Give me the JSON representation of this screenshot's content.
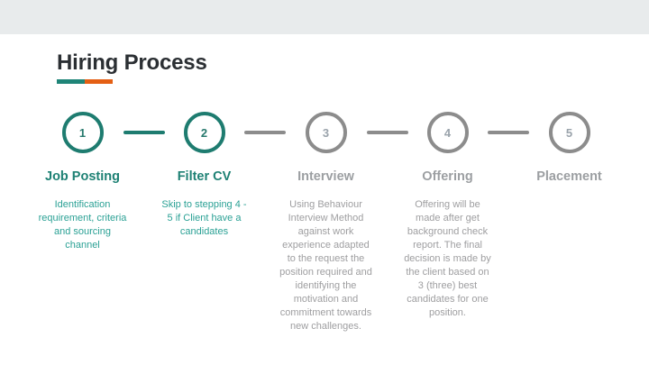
{
  "header": {
    "title": "Hiring Process"
  },
  "steps": [
    {
      "number": "1",
      "label": "Job Posting",
      "state": "active",
      "description_lines": [
        "Identification",
        "requirement, criteria",
        "and sourcing",
        "channel"
      ]
    },
    {
      "number": "2",
      "label": "Filter CV",
      "state": "active",
      "description_lines": [
        "Skip to stepping 4 -",
        "5 if Client have a",
        "candidates"
      ]
    },
    {
      "number": "3",
      "label": "Interview",
      "state": "inactive",
      "description_lines": [
        "Using Behaviour",
        "Interview Method",
        "against work",
        "experience adapted",
        "to the request the",
        "position required and",
        "identifying the",
        "motivation and",
        "commitment towards",
        "new challenges."
      ]
    },
    {
      "number": "4",
      "label": "Offering",
      "state": "inactive",
      "description_lines": [
        "Offering will be",
        "made after get",
        "background check",
        "report. The final",
        "decision is made by",
        "the client based on",
        "3 (three) best",
        "candidates for one",
        "position."
      ]
    },
    {
      "number": "5",
      "label": "Placement",
      "state": "inactive",
      "description_lines": []
    }
  ],
  "connectors": [
    {
      "between": "1-2",
      "state": "active"
    },
    {
      "between": "2-3",
      "state": "inactive"
    },
    {
      "between": "3-4",
      "state": "inactive"
    },
    {
      "between": "4-5",
      "state": "inactive"
    }
  ],
  "colors": {
    "teal": "#1e7c70",
    "teal_text": "#2ba195",
    "orange": "#e45f14",
    "gray": "#9c9fa2",
    "top_band": "#e8ebec",
    "title_text": "#2b2f33"
  }
}
